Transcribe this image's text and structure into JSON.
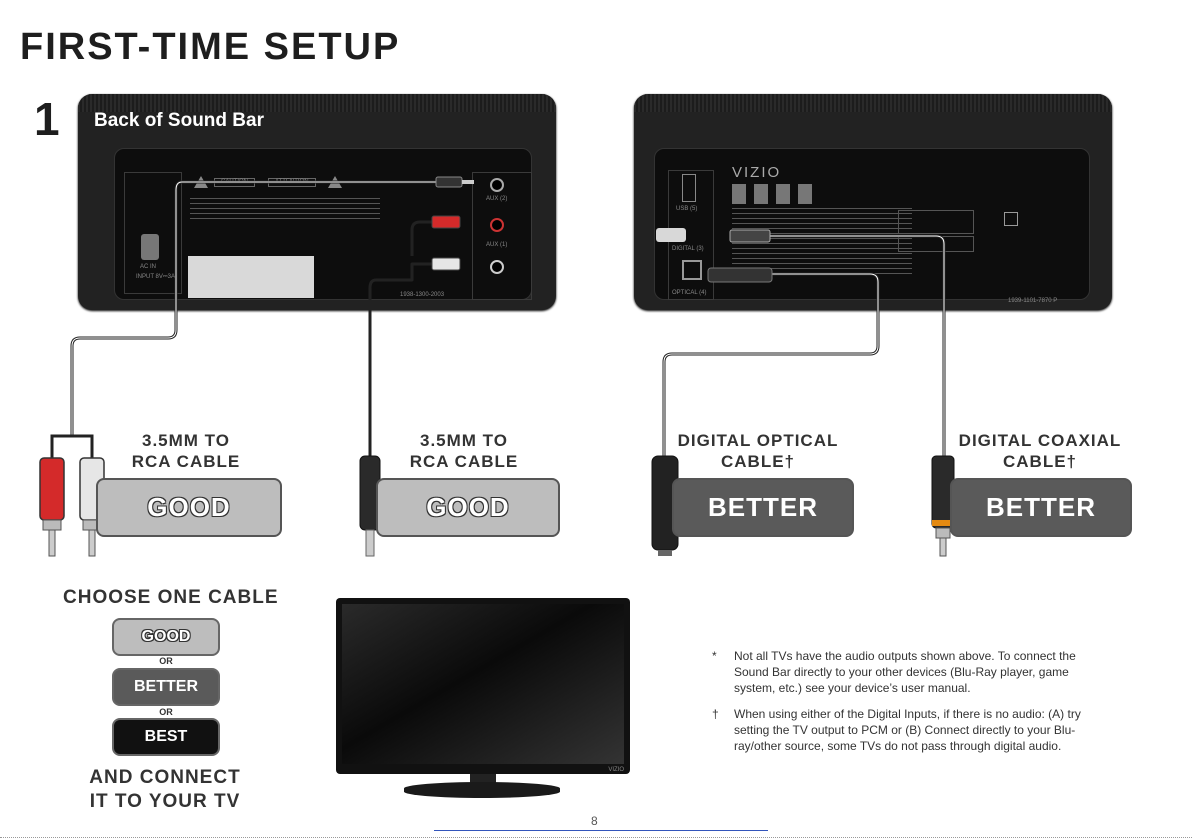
{
  "page": {
    "title": "FIRST-TIME SETUP",
    "step_number": "1",
    "page_number": "8"
  },
  "soundbar": {
    "label": "Back of Sound Bar",
    "left_panel": {
      "ac_in": "AC IN",
      "input_spec": "INPUT 8V⎓3A",
      "aux2": "AUX (2)",
      "aux1": "AUX (1)",
      "caution": "CAUTION",
      "attention": "ATTENTION",
      "serial": "1938-1300-2003"
    },
    "right_panel": {
      "brand": "VIZIO",
      "usb": "USB (5)",
      "digital": "DIGITAL (3)",
      "optical": "OPTICAL (4)",
      "serial": "1939-1101-7870 P"
    }
  },
  "cables": [
    {
      "title": "3.5MM TO",
      "title2": "RCA CABLE",
      "rating": "GOOD"
    },
    {
      "title": "3.5MM TO",
      "title2": "RCA CABLE",
      "rating": "GOOD"
    },
    {
      "title": "DIGITAL OPTICAL",
      "title2": "CABLE†",
      "rating": "BETTER"
    },
    {
      "title": "DIGITAL COAXIAL",
      "title2": "CABLE†",
      "rating": "BETTER"
    }
  ],
  "choose": {
    "heading": "CHOOSE ONE CABLE",
    "good": "GOOD",
    "or1": "OR",
    "better": "BETTER",
    "or2": "OR",
    "best": "BEST",
    "connect_line1": "AND CONNECT",
    "connect_line2": "IT TO YOUR TV"
  },
  "tv": {
    "brand": "VIZIO"
  },
  "notes": [
    {
      "mark": "*",
      "text": "Not all TVs have the audio outputs shown above. To connect the Sound Bar directly to your other devices (Blu-Ray player, game system, etc.) see your device’s user manual."
    },
    {
      "mark": "†",
      "text": "When using either of the Digital Inputs, if there is no audio: (A) try setting the TV output to PCM or (B) Connect directly to your Blu-ray/other source, some TVs do not pass through digital audio."
    }
  ],
  "colors": {
    "panel": "#222222",
    "good_badge": "#bdbdbd",
    "better_badge": "#5a5a5a",
    "best_badge": "#111111",
    "rca_red": "#d42a2a",
    "rca_white": "#e6e6e6",
    "coax_orange": "#e48a12"
  }
}
